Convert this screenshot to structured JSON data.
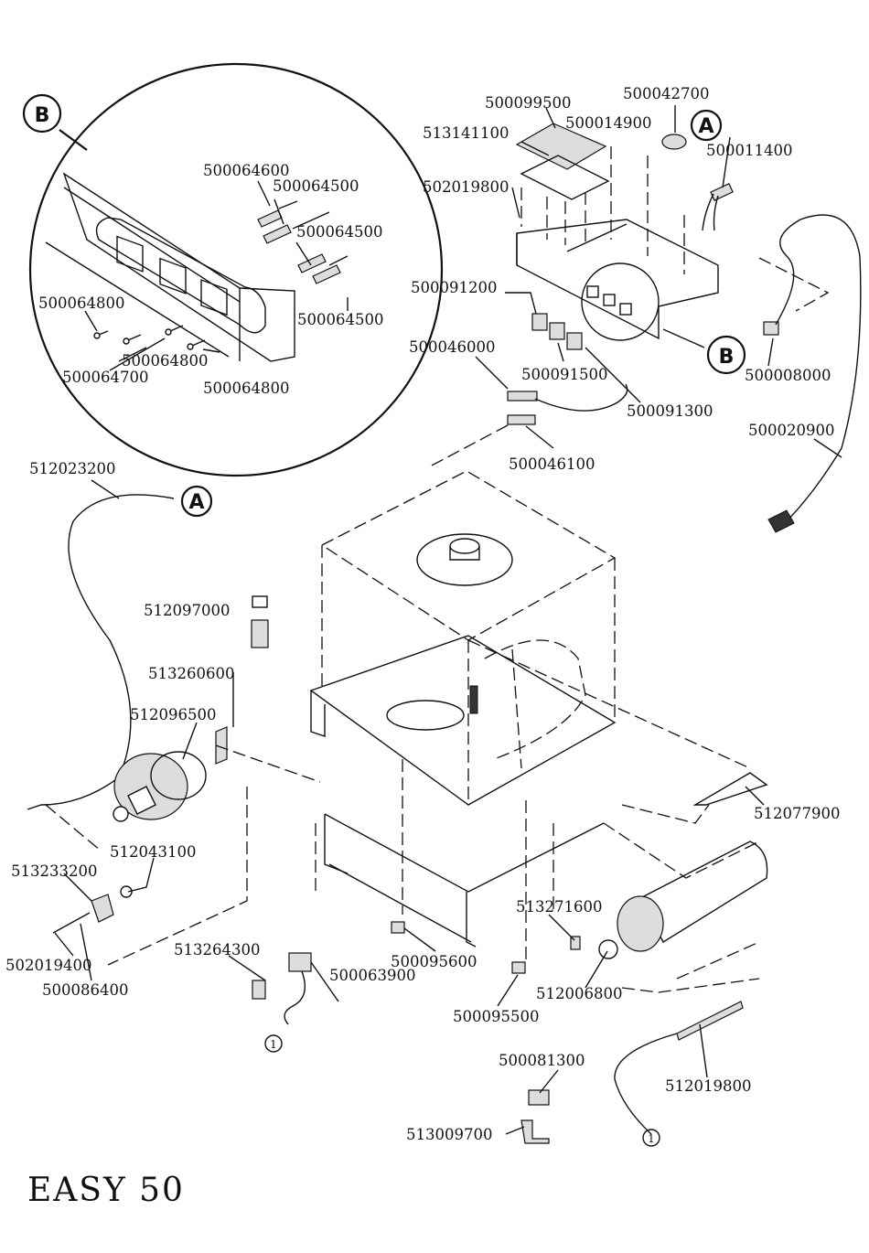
{
  "model_title": "EASY 50",
  "callouts": {
    "A_top": "A",
    "A_left": "A",
    "B_detail": "B",
    "B_panel": "B"
  },
  "connectors": {
    "left": "1",
    "right": "1"
  },
  "detail_parts": [
    "500064600",
    "500064500",
    "500064500",
    "500064500",
    "500064800",
    "500064800",
    "500064700",
    "500064800"
  ],
  "top_parts": [
    "500099500",
    "500042700",
    "500014900",
    "513141100",
    "500011400",
    "502019800",
    "500091200",
    "500046000",
    "500091500",
    "500091300",
    "500008000",
    "500046100",
    "500020900"
  ],
  "body_parts": [
    "512023200",
    "512097000",
    "513260600",
    "512096500",
    "512077900",
    "512043100",
    "513233200",
    "513271600",
    "502019400",
    "500086400",
    "513264300",
    "500063900",
    "500095600",
    "512006800",
    "500095500",
    "500081300",
    "512019800",
    "513009700"
  ]
}
